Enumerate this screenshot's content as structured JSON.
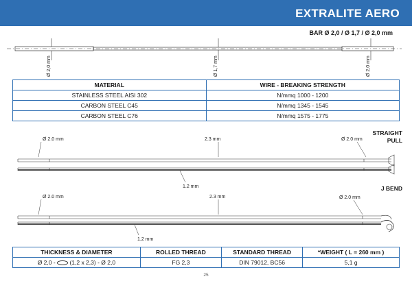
{
  "header": {
    "title": "EXTRALITE AERO"
  },
  "bar_spec": "BAR Ø 2,0 / Ø 1,7 / Ø 2,0  mm",
  "bar_dims": {
    "left": "Ø 2,0 mm",
    "mid": "Ø 1,7 mm",
    "right": "Ø 2,0 mm"
  },
  "material_table": {
    "headers": [
      "MATERIAL",
      "WIRE - BREAKING STRENGTH"
    ],
    "rows": [
      [
        "STAINLESS STEEL AISI 302",
        "N/mmq 1000 - 1200"
      ],
      [
        "CARBON STEEL C45",
        "N/mmq 1345 - 1545"
      ],
      [
        "CARBON STEEL C76",
        "N/mmq 1575 - 1775"
      ]
    ]
  },
  "straight_pull": {
    "label_line1": "STRAIGHT",
    "label_line2": "PULL",
    "dim_left": "Ø 2.0 mm",
    "dim_mid": "2.3 mm",
    "dim_right": "Ø 2.0 mm",
    "dim_bottom": "1.2 mm"
  },
  "j_bend": {
    "label": "J BEND",
    "dim_left": "Ø 2.0 mm",
    "dim_mid": "2.3 mm",
    "dim_right": "Ø 2.0 mm",
    "dim_bottom": "1.2 mm"
  },
  "spec_table": {
    "headers": [
      "THICKNESS & DIAMETER",
      "ROLLED THREAD",
      "STANDARD THREAD",
      "*WEIGHT ( L = 260 mm )"
    ],
    "thickness_prefix": "Ø 2,0 -",
    "thickness_suffix": "(1,2 x 2,3) - Ø 2,0",
    "rolled": "FG 2,3",
    "standard": "DIN 79012, BC56",
    "weight": "5,1 g"
  },
  "page_number": "25",
  "colors": {
    "accent": "#2f6fb3",
    "text": "#1a1a1a"
  }
}
